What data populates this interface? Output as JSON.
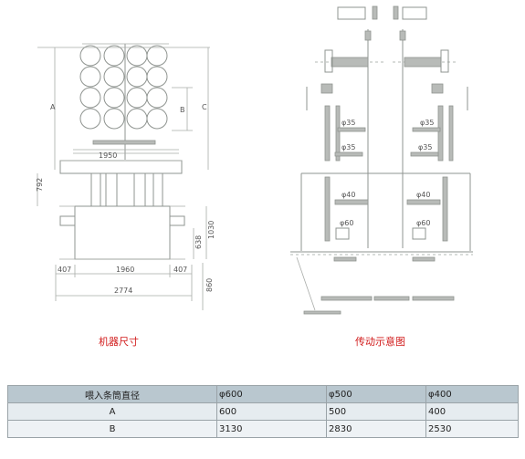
{
  "left_diagram": {
    "caption": "机器尺寸",
    "dims": {
      "a": "A",
      "b": "B",
      "c": "C",
      "w1950": "1950",
      "h792": "792",
      "h638": "638",
      "h1030": "1030",
      "w407l": "407",
      "w1960": "1960",
      "w407r": "407",
      "w2774": "2774",
      "h860": "860"
    }
  },
  "right_diagram": {
    "caption": "传动示意图",
    "labels": {
      "p35a": "φ35",
      "p35b": "φ35",
      "p35c": "φ35",
      "p35d": "φ35",
      "p40a": "φ40",
      "p40b": "φ40",
      "p60a": "φ60",
      "p60b": "φ60"
    }
  },
  "table": {
    "header": [
      "喂入条筒直径",
      "φ600",
      "φ500",
      "φ400"
    ],
    "rows": [
      [
        "A",
        "600",
        "500",
        "400"
      ],
      [
        "B",
        "3130",
        "2830",
        "2530"
      ]
    ]
  }
}
